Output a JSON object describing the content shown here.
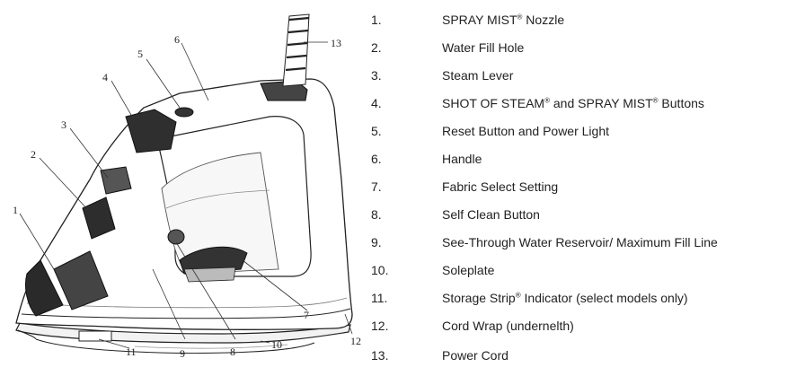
{
  "parts": [
    {
      "number": "1.",
      "label": "SPRAY MIST® Nozzle"
    },
    {
      "number": "2.",
      "label": "Water Fill Hole"
    },
    {
      "number": "3.",
      "label": "Steam Lever"
    },
    {
      "number": "4.",
      "label": "SHOT OF STEAM® and SPRAY MIST® Buttons"
    },
    {
      "number": "5.",
      "label": "Reset Button and Power Light"
    },
    {
      "number": "6.",
      "label": "Handle"
    },
    {
      "number": "7.",
      "label": "Fabric Select Setting"
    },
    {
      "number": "8.",
      "label": "Self Clean Button"
    },
    {
      "number": "9.",
      "label": "See-Through Water Reservoir/ Maximum Fill Line"
    },
    {
      "number": "10.",
      "label": "Soleplate"
    },
    {
      "number": "11.",
      "label": "Storage Strip® Indicator (select models only)"
    },
    {
      "number": "12.",
      "label": "Cord Wrap (undernelth)"
    },
    {
      "number": "13.",
      "label": "Power Cord"
    }
  ],
  "callouts": [
    "1",
    "2",
    "3",
    "4",
    "5",
    "6",
    "7",
    "8",
    "9",
    "10",
    "11",
    "12",
    "13"
  ]
}
